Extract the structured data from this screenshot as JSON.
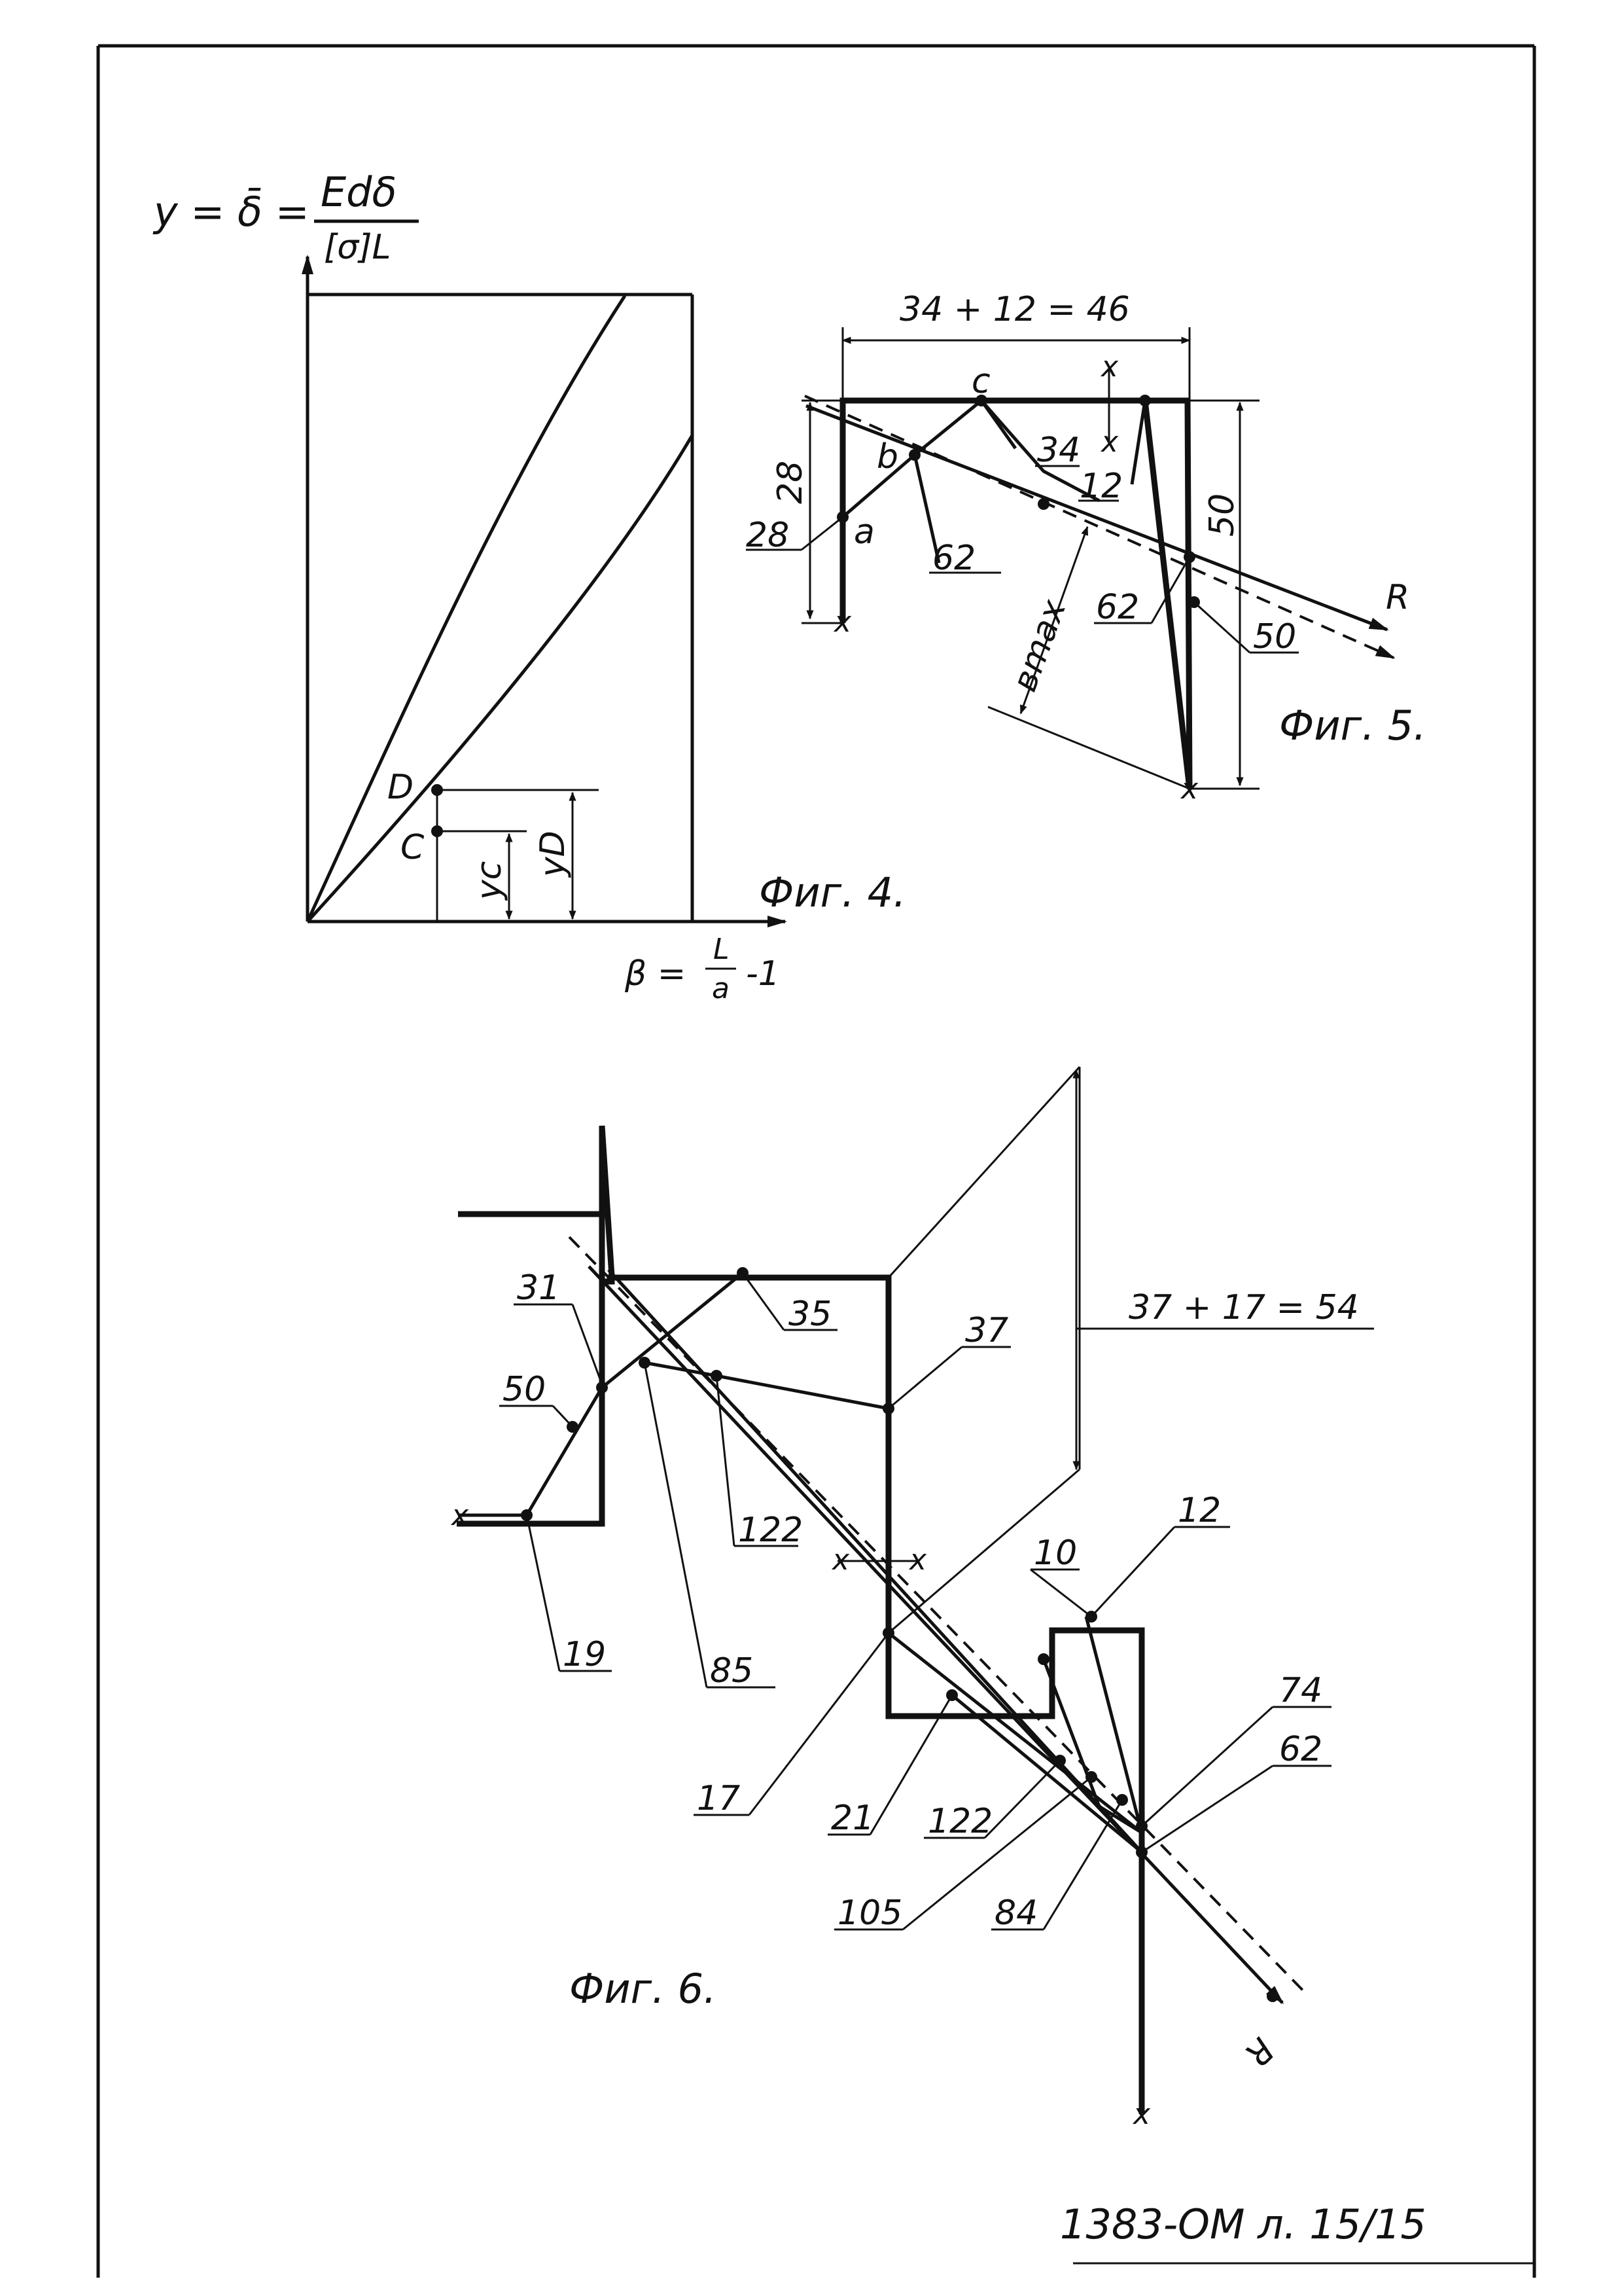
{
  "fig4": {
    "formula_lhs": "y = δ̄ =",
    "formula_num": "Edδ",
    "formula_den": "[σ]L",
    "x_axis_label": "β =",
    "x_axis_num": "L",
    "x_axis_den": "a",
    "x_axis_tail": "-1",
    "point_d": "D",
    "point_c": "C",
    "dim_yc": "yc",
    "dim_yd": "yD",
    "caption": "Фиг. 4."
  },
  "fig5": {
    "top_dim": "34 + 12 = 46",
    "points": [
      "a",
      "b",
      "c"
    ],
    "labels": [
      "28",
      "28",
      "34",
      "12",
      "62",
      "62",
      "50",
      "50"
    ],
    "bmax": "вmax",
    "arrow_r": "R",
    "caption": "Фиг. 5."
  },
  "fig6": {
    "side_dim": "37 + 17 = 54",
    "labels": [
      "31",
      "50",
      "35",
      "37",
      "122",
      "19",
      "85",
      "10",
      "12",
      "74",
      "62",
      "17",
      "21",
      "122",
      "105",
      "84"
    ],
    "arrow_r": "R",
    "caption": "Фиг. 6."
  },
  "sheet_number": "1383-ОМ л. 15/15"
}
